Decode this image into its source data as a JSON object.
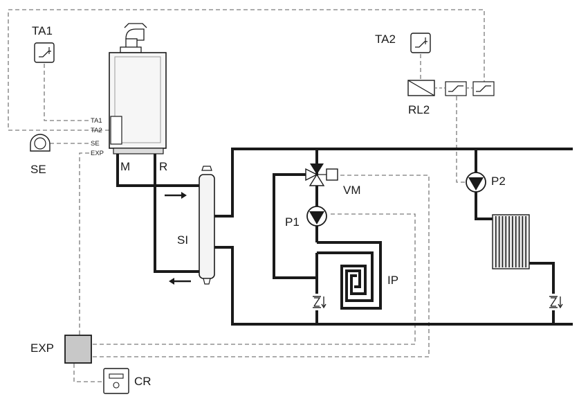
{
  "labels": {
    "ta1": "TA1",
    "ta2": "TA2",
    "rl2": "RL2",
    "se": "SE",
    "exp": "EXP",
    "cr": "CR",
    "si": "SI",
    "vm": "VM",
    "p1": "P1",
    "p2": "P2",
    "ip": "IP",
    "m": "M",
    "r": "R"
  },
  "terminals": [
    "TA1",
    "TA2",
    "SE",
    "EXP"
  ]
}
